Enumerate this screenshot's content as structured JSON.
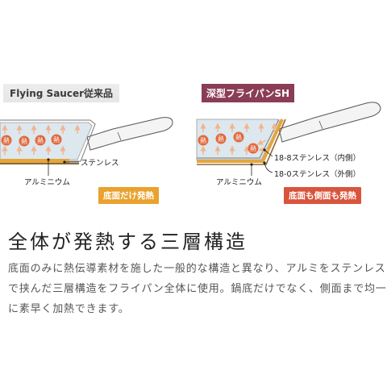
{
  "left_panel": {
    "title": "Flying Saucer従来品",
    "heat_mark": "熱",
    "label_stainless": "ステンレス",
    "label_aluminium": "アルミニウム",
    "badge": "底面だけ発熱",
    "badge_color": "#e9a22e"
  },
  "right_panel": {
    "title": "深型フライパンSH",
    "title_color": "#8a3d55",
    "heat_mark": "熱",
    "label_inner": "18-8ステンレス（内側）",
    "label_outer": "18-0ステンレス（外側）",
    "label_aluminium": "アルミニウム",
    "badge": "底面も側面も発熱",
    "badge_color": "#d8553d"
  },
  "colors": {
    "arrow": "#f1b48f",
    "heat_circle": "#e0693e",
    "aluminium_layer": "#e6a53a",
    "pan_fill": "#dde7ee"
  },
  "heading": "全体が発熱する三層構造",
  "description": "底面のみに熱伝導素材を施した一般的な構造と異なり、アルミをステンレスで挟んだ三層構造をフライパン全体に使用。鍋底だけでなく、側面まで均一に素早く加熱できます。"
}
